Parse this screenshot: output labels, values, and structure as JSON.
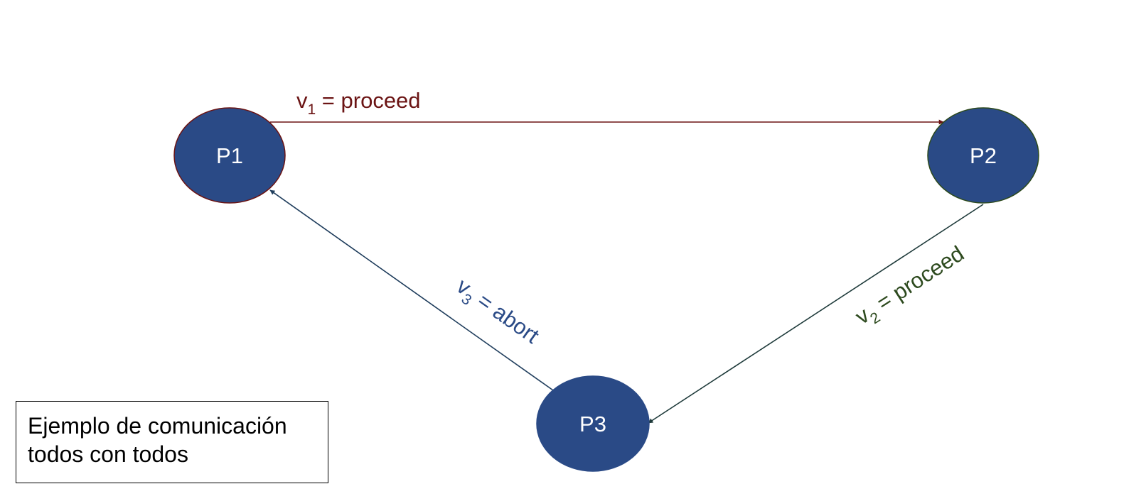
{
  "diagram": {
    "nodes": [
      {
        "id": "P1",
        "label": "P1",
        "fill": "#2a4a86",
        "stroke": "#6b1414"
      },
      {
        "id": "P2",
        "label": "P2",
        "fill": "#2a4a86",
        "stroke": "#2d4a1e"
      },
      {
        "id": "P3",
        "label": "P3",
        "fill": "#2a4a86",
        "stroke": "#2a4a86"
      }
    ],
    "edges": [
      {
        "from": "P1",
        "to": "P2",
        "var": "v",
        "sub": "1",
        "text": " = proceed",
        "color": "#6b1414"
      },
      {
        "from": "P2",
        "to": "P3",
        "var": "v",
        "sub": "2",
        "text": " = proceed",
        "color": "#2d4a1e"
      },
      {
        "from": "P3",
        "to": "P1",
        "var": "v",
        "sub": "3",
        "text": " = abort",
        "color": "#2a4a86"
      }
    ]
  },
  "caption": {
    "line1": "Ejemplo de comunicación",
    "line2": "todos con todos"
  }
}
